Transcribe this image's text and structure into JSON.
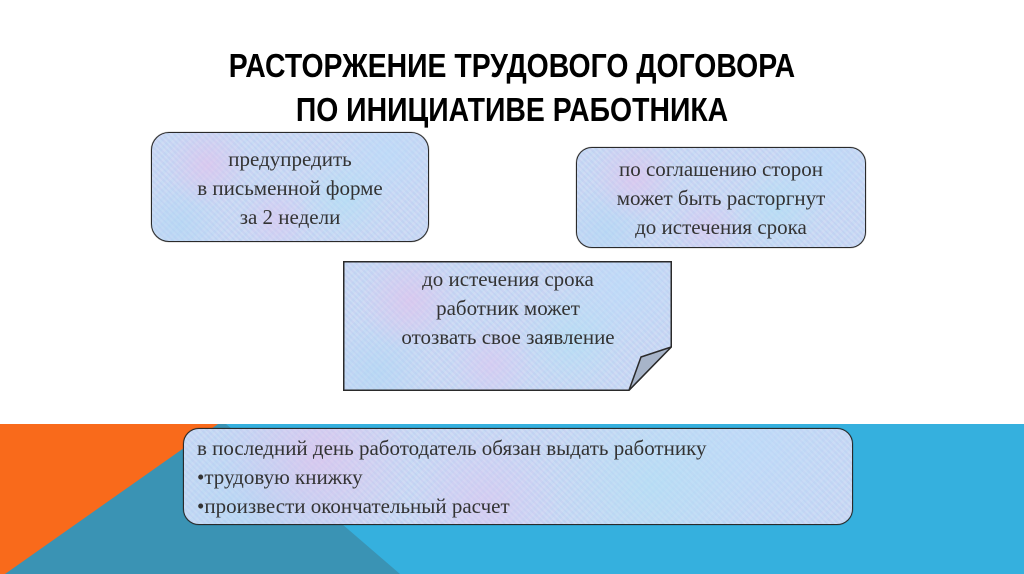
{
  "slide": {
    "title": {
      "line1": "РАСТОРЖЕНИЕ ТРУДОВОГО ДОГОВОРА",
      "line2": "ПО ИНИЦИАТИВЕ РАБОТНИКА"
    },
    "boxes": {
      "warn": {
        "lines": [
          "предупредить",
          "в письменной форме",
          "за 2 недели"
        ]
      },
      "agreement": {
        "lines": [
          "по соглашению сторон",
          "может быть расторгнут",
          "до истечения срока"
        ]
      },
      "withdraw": {
        "lines": [
          "до истечения срока",
          "работник может",
          "отозвать свое заявление"
        ]
      },
      "last_day": {
        "lines": [
          "в последний день работодатель обязан выдать работнику",
          "•трудовую книжку",
          "•произвести окончательный расчет"
        ]
      }
    },
    "colors": {
      "background": "#ffffff",
      "band_orange": "#f96a1b",
      "band_dark_teal": "#3a93b4",
      "band_light_blue": "#35b0de",
      "box_fill": "#c4d8f4",
      "box_border": "#2a2a2a",
      "text": "#333333",
      "title": "#000000"
    }
  }
}
